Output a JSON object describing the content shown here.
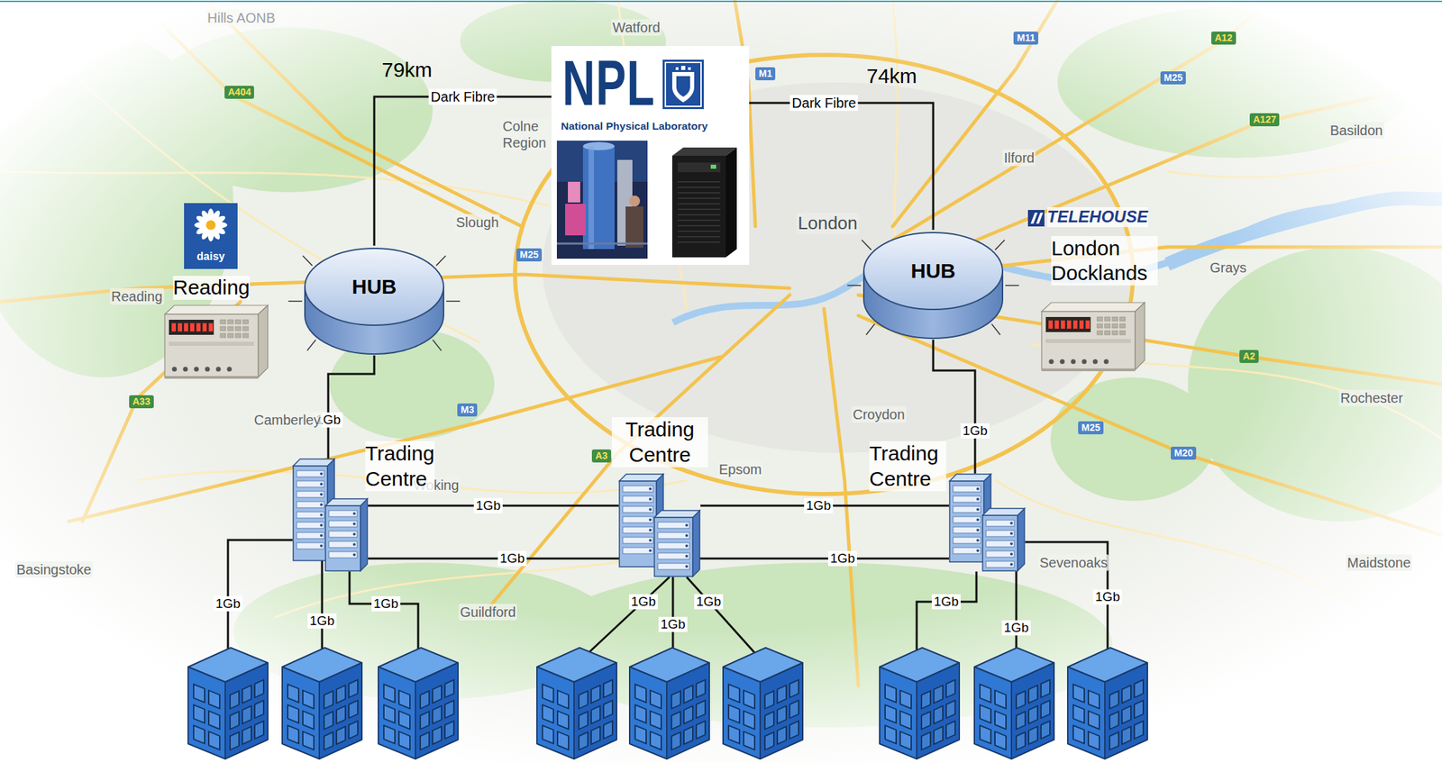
{
  "diagram": {
    "nodes": [
      {
        "text": [
          "NPL",
          "National Physical Laboratory"
        ]
      },
      {
        "text": [
          "HUB"
        ]
      },
      {
        "text": [
          "HUB"
        ]
      },
      {
        "text": [
          "daisy",
          "Reading"
        ]
      },
      {
        "text": [
          "TELEHOUSE",
          "London Docklands"
        ]
      },
      {
        "text": [
          "Trading Centre"
        ]
      },
      {
        "text": [
          "Trading Centre"
        ]
      },
      {
        "text": [
          "Trading Centre"
        ]
      }
    ],
    "edges": [
      {
        "from": 0,
        "to": 1,
        "label": "Dark Fibre",
        "arrow": "none"
      },
      {
        "from": 0,
        "to": 2,
        "label": "Dark Fibre",
        "arrow": "none"
      },
      {
        "from": 1,
        "to": 5,
        "label": "1Gb",
        "arrow": "none"
      },
      {
        "from": 2,
        "to": 7,
        "label": "1Gb",
        "arrow": "none"
      },
      {
        "from": 5,
        "to": 6,
        "label": "1Gb",
        "arrow": "none"
      },
      {
        "from": 6,
        "to": 7,
        "label": "1Gb",
        "arrow": "none"
      },
      {
        "from": 5,
        "to": 7,
        "label": "1Gb",
        "arrow": "none"
      }
    ],
    "labels": [
      "79km",
      "74km",
      "1Gb",
      "1Gb",
      "1Gb",
      "1Gb",
      "1Gb",
      "1Gb",
      "1Gb",
      "1Gb",
      "1Gb",
      "1Gb",
      "Watford",
      "Hills AONB",
      "Colne Region",
      "Slough",
      "London",
      "Ilford",
      "Basildon",
      "Grays",
      "Croydon",
      "Epsom",
      "Guildford",
      "Basingstoke",
      "Sevenoaks",
      "Maidstone",
      "Rochester",
      "Camberley",
      "Woking",
      "Reading",
      "M25",
      "M25",
      "M25",
      "M1",
      "M11",
      "A12",
      "A127",
      "A2",
      "M20",
      "A33",
      "M3",
      "A3",
      "A404"
    ]
  }
}
